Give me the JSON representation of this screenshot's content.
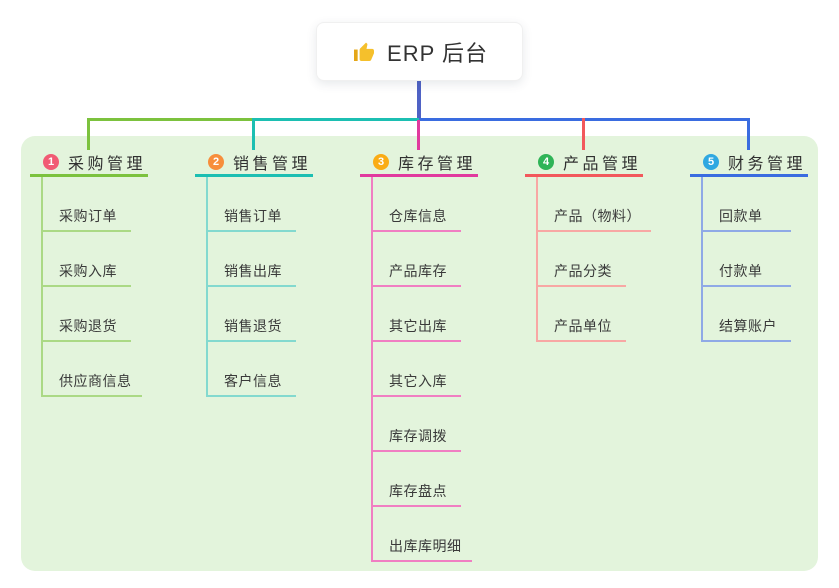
{
  "root": {
    "label": "ERP 后台",
    "icon": "thumbs-up-icon",
    "icon_color": "#F5C02C"
  },
  "connectors": {
    "root_color": "#4F62C5"
  },
  "canvas": {
    "background": "#E3F4DC"
  },
  "branches": [
    {
      "index": "1",
      "label": "采购管理",
      "badge_color": "#F15B74",
      "line_color": "#7CC23E",
      "child_line_color": "#ABD985",
      "children": [
        "采购订单",
        "采购入库",
        "采购退货",
        "供应商信息"
      ]
    },
    {
      "index": "2",
      "label": "销售管理",
      "badge_color": "#F78E3C",
      "line_color": "#1CBFB2",
      "child_line_color": "#83D9CF",
      "children": [
        "销售订单",
        "销售出库",
        "销售退货",
        "客户信息"
      ]
    },
    {
      "index": "3",
      "label": "库存管理",
      "badge_color": "#FAAC15",
      "line_color": "#E13A9E",
      "child_line_color": "#F07EC2",
      "children": [
        "仓库信息",
        "产品库存",
        "其它出库",
        "其它入库",
        "库存调拨",
        "库存盘点",
        "出库库明细"
      ]
    },
    {
      "index": "4",
      "label": "产品管理",
      "badge_color": "#2FB457",
      "line_color": "#F2585C",
      "child_line_color": "#F8A7A4",
      "children": [
        "产品（物料）",
        "产品分类",
        "产品单位"
      ]
    },
    {
      "index": "5",
      "label": "财务管理",
      "badge_color": "#2FA8E1",
      "line_color": "#3A6CE0",
      "child_line_color": "#8FA9E6",
      "children": [
        "回款单",
        "付款单",
        "结算账户"
      ]
    }
  ]
}
